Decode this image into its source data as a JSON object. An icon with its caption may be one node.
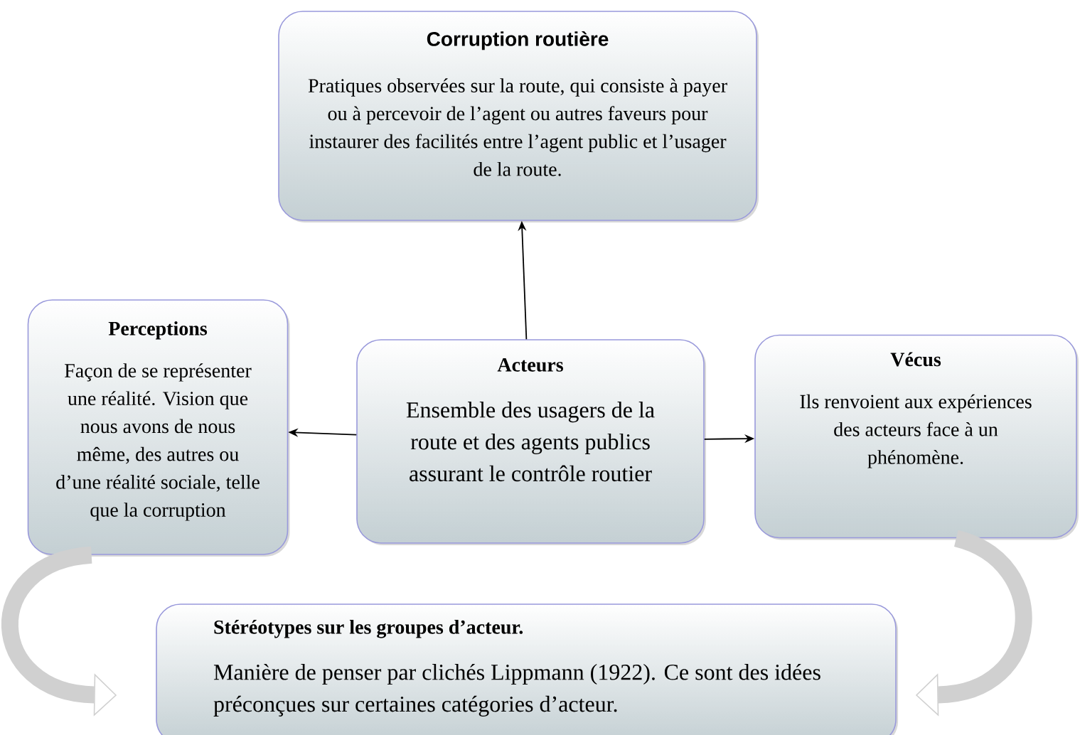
{
  "diagram": {
    "nodes": [
      {
        "text": [
          "Corruption routière",
          "Pratiques observées sur la route, qui consiste à payer ou à percevoir de l’agent ou autres faveurs pour instaurer des facilités entre l’agent public et l’usager de la route."
        ]
      },
      {
        "text": [
          "Perceptions",
          "Façon de se représenter une réalité. Vision que nous avons de nous même, des autres ou d’une réalité sociale, telle que la corruption"
        ]
      },
      {
        "text": [
          "Acteurs",
          "Ensemble des usagers de la route et des agents publics assurant le contrôle routier"
        ]
      },
      {
        "text": [
          "Vécus",
          "Ils renvoient aux expériences des acteurs  face à un phénomène."
        ]
      },
      {
        "text": [
          "Stéréotypes sur les groupes d’acteur.",
          "Manière de penser par clichés Lippmann (1922). Ce sont des idées préconçues sur certaines catégories d’acteur."
        ]
      }
    ],
    "edges": [
      {
        "from": 2,
        "to": 0,
        "arrow": "to"
      },
      {
        "from": 2,
        "to": 1,
        "arrow": "to"
      },
      {
        "from": 2,
        "to": 3,
        "arrow": "to"
      },
      {
        "from": 1,
        "to": 4,
        "arrow": "to",
        "style": "thick",
        "color": "#d0d0d0"
      },
      {
        "from": 3,
        "to": 4,
        "arrow": "to",
        "style": "thick",
        "color": "#d0d0d0"
      }
    ]
  }
}
